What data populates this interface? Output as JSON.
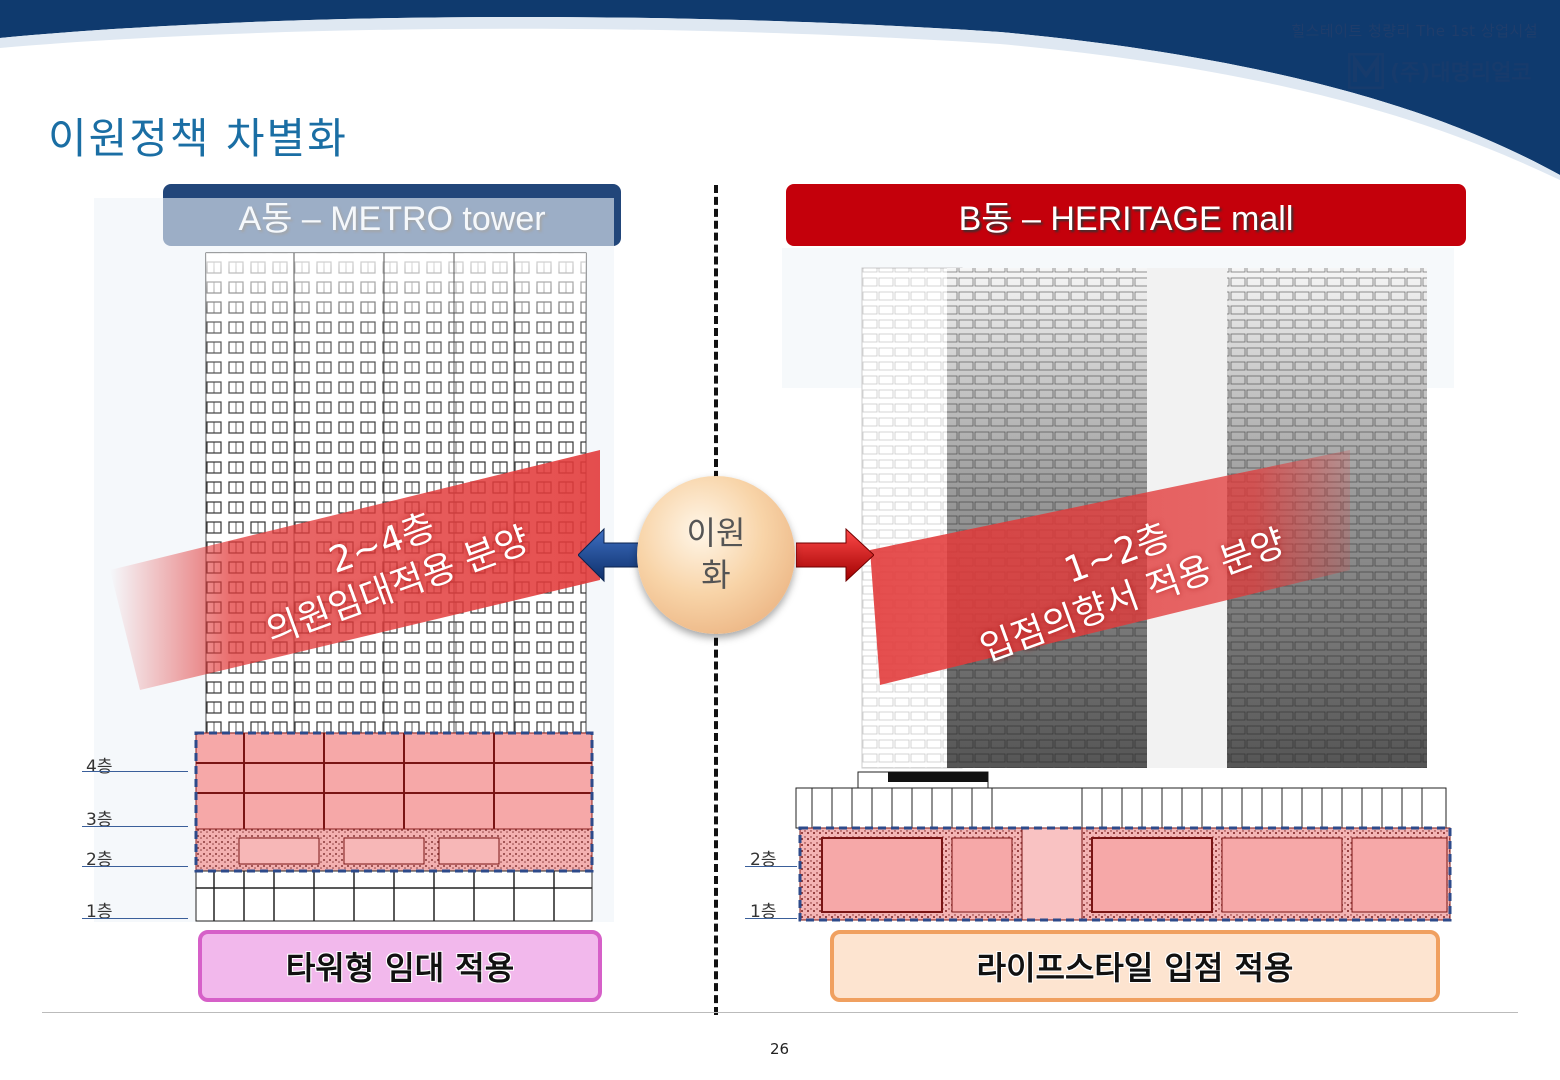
{
  "header": {
    "doc_title": "힐스테이트 청량리 The 1st 상업시설",
    "logo_text": "(주)대명리얼코",
    "page_title": "이원정책 차별화"
  },
  "panel_a": {
    "title": "A동 – METRO tower",
    "band_line1": "2~4층",
    "band_line2": "의원임대적용 분양",
    "floors": [
      "4층",
      "3층",
      "2층",
      "1층"
    ],
    "bottom_label": "타워형 임대 적용"
  },
  "panel_b": {
    "title": "B동 – HERITAGE mall",
    "band_line1": "1~2층",
    "band_line2": "입점의향서 적용 분양",
    "floors": [
      "2층",
      "1층"
    ],
    "bottom_label": "라이프스타일 입점 적용"
  },
  "center": {
    "line1": "이원",
    "line2": "화"
  },
  "footer": {
    "page_number": "26"
  },
  "colors": {
    "navy": "#22467a",
    "red": "#c4000b",
    "title_blue": "#1a6ea4",
    "pink_box": "#f2b8ec",
    "peach_box": "#fde4d0"
  }
}
